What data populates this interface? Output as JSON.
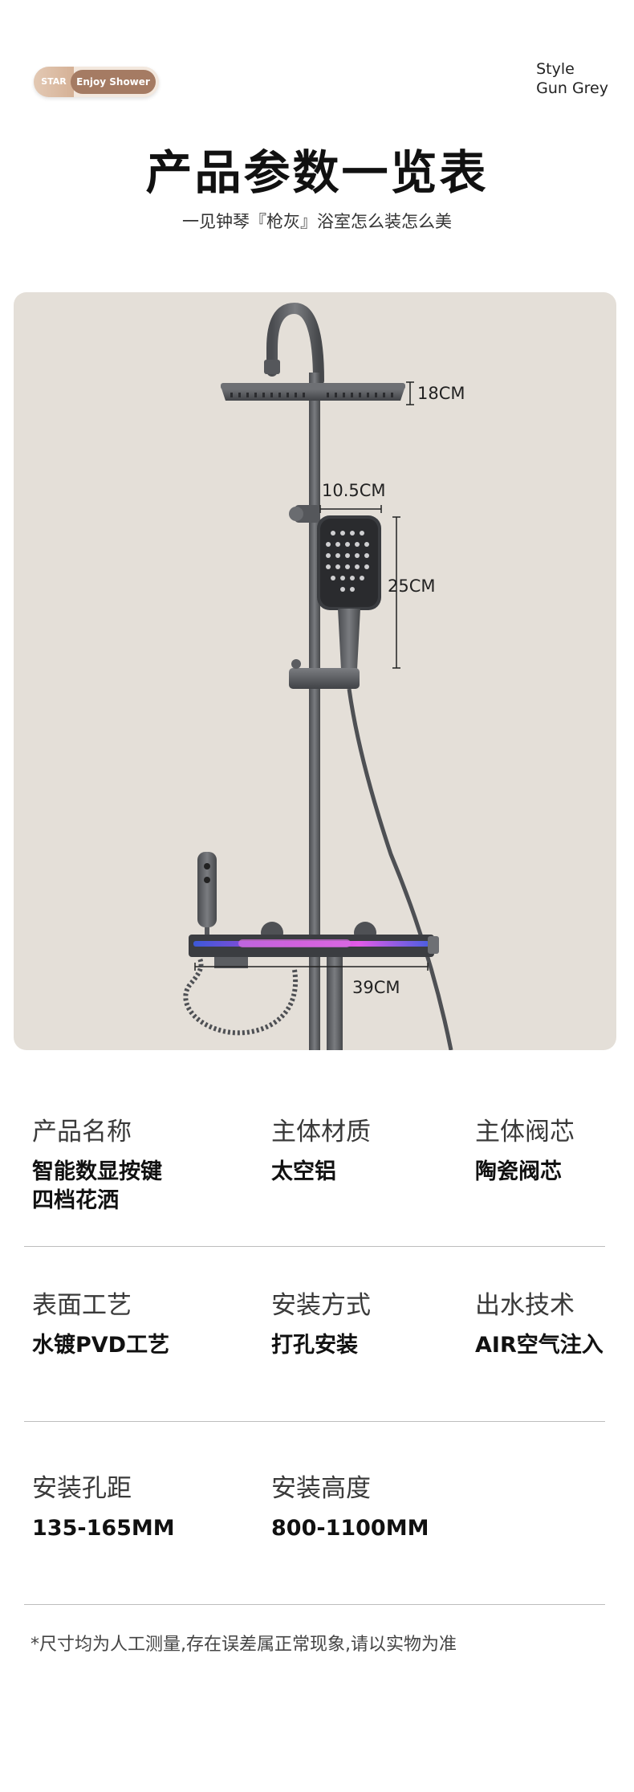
{
  "badge": {
    "star": "STAR",
    "pill": "Enjoy Shower"
  },
  "style_label": {
    "line1": "Style",
    "line2": "Gun Grey"
  },
  "title": "产品参数一览表",
  "subtitle": "一见钟琴『枪灰』浴室怎么装怎么美",
  "dimensions": {
    "head_height": "18CM",
    "hand_width": "10.5CM",
    "hand_length": "25CM",
    "shelf_width": "39CM"
  },
  "specs": [
    {
      "label": "产品名称",
      "value": "智能数显按键\n四档花洒"
    },
    {
      "label": "主体材质",
      "value": "太空铝"
    },
    {
      "label": "主体阀芯",
      "value": "陶瓷阀芯"
    },
    {
      "label": "表面工艺",
      "value": "水镀PVD工艺"
    },
    {
      "label": "安装方式",
      "value": "打孔安装"
    },
    {
      "label": "出水技术",
      "value": "AIR空气注入"
    },
    {
      "label": "安装孔距",
      "value": "135-165MM"
    },
    {
      "label": "安装高度",
      "value": "800-1100MM"
    }
  ],
  "footnote": "*尺寸均为人工测量,存在误差属正常现象,请以实物为准",
  "colors": {
    "background": "#ffffff",
    "photo_bg": "#e4dfd8",
    "fixture": "#5d5f62",
    "accent": "#a57b63",
    "led": "#c33fd6"
  }
}
